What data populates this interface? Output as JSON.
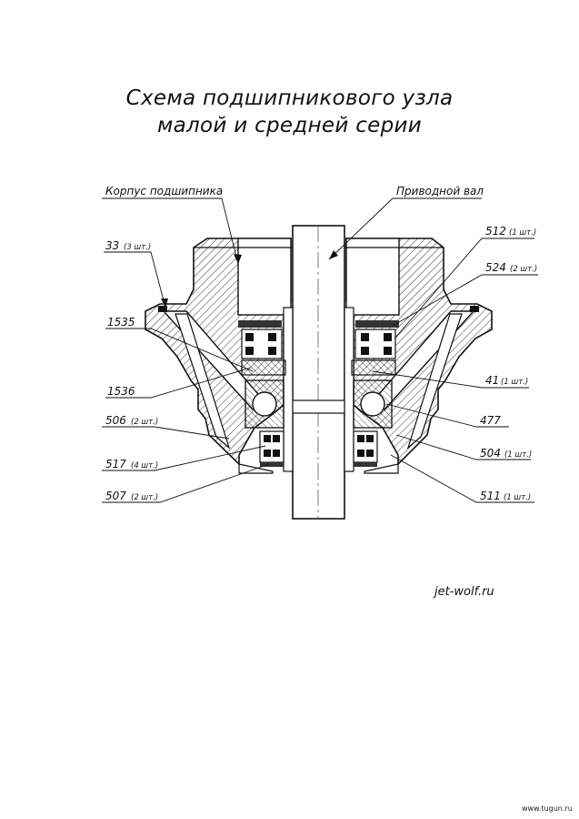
{
  "title": {
    "line1": "Схема подшипникового узла",
    "line2": "малой и средней серии"
  },
  "captions": {
    "housing": "Корпус подшипника",
    "shaft": "Приводной вал"
  },
  "callouts": {
    "c33": {
      "num": "33",
      "qty": "(3 шт.)"
    },
    "c1535": {
      "num": "1535",
      "qty": ""
    },
    "c1536": {
      "num": "1536",
      "qty": ""
    },
    "c506": {
      "num": "506",
      "qty": "(2 шт.)"
    },
    "c517": {
      "num": "517",
      "qty": "(4 шт.)"
    },
    "c507": {
      "num": "507",
      "qty": "(2 шт.)"
    },
    "c512": {
      "num": "512",
      "qty": "(1 шт.)"
    },
    "c524": {
      "num": "524",
      "qty": "(2 шт.)"
    },
    "c41": {
      "num": "41",
      "qty": "(1 шт.)"
    },
    "c477": {
      "num": "477",
      "qty": ""
    },
    "c504": {
      "num": "504",
      "qty": "(1 шт.)"
    },
    "c511": {
      "num": "511",
      "qty": "(1 шт.)"
    }
  },
  "site": "jet-wolf.ru",
  "watermark": "www.tugun.ru",
  "colors": {
    "ink": "#111111",
    "paper": "#ffffff"
  }
}
